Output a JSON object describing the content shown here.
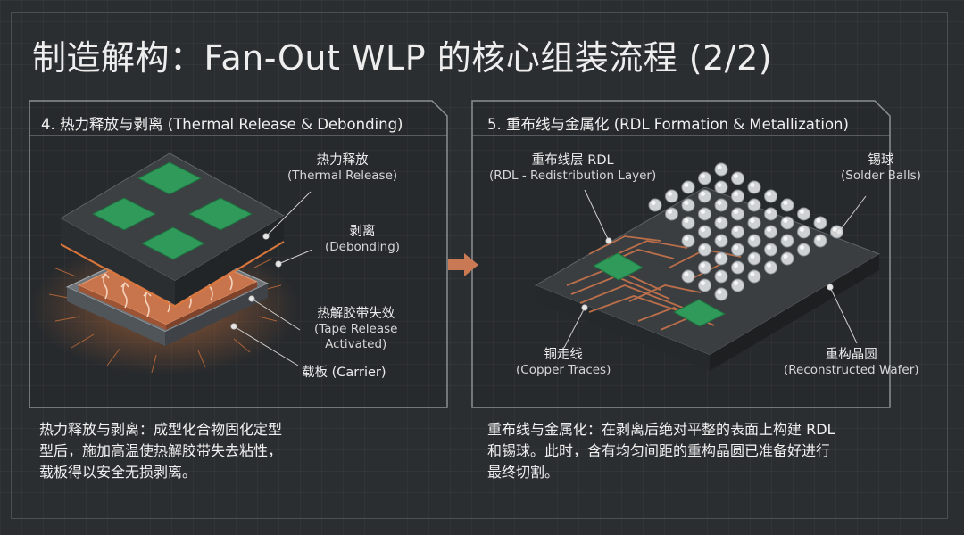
{
  "title": "制造解构：Fan-Out WLP 的核心组装流程 (2/2)",
  "left": {
    "header": "4. 热力释放与剥离 (Thermal Release & Debonding)",
    "labels": {
      "thermal_zh": "热力释放",
      "thermal_en": "(Thermal Release)",
      "debond_zh": "剥离",
      "debond_en": "(Debonding)",
      "tape_zh": "热解胶带失效",
      "tape_en1": "(Tape Release",
      "tape_en2": "Activated)",
      "carrier": "载板 (Carrier)"
    },
    "description": [
      "热力释放与剥离：成型化合物固化定型",
      "型后，施加高温使热解胶带失去粘性，",
      "载板得以安全无损剥离。"
    ]
  },
  "right": {
    "header": "5. 重布线与金属化  (RDL Formation & Metallization)",
    "labels": {
      "rdl_zh": "重布线层 RDL",
      "rdl_en": "(RDL - Redistribution Layer)",
      "balls_zh": "锡球",
      "balls_en": "(Solder Balls)",
      "traces_zh": "铜走线",
      "traces_en": "(Copper Traces)",
      "wafer_zh": "重构晶圆",
      "wafer_en": "(Reconstructed Wafer)"
    },
    "description": [
      "重布线与金属化：在剥离后绝对平整的表面上构建 RDL",
      "和锡球。此时，含有均匀间距的重构晶圆已准备好进行",
      "最终切割。"
    ]
  },
  "colors": {
    "background": "#2b2e31",
    "chip_green": "#2f9a5a",
    "copper": "#c8744c",
    "arrow": "#c97a55"
  }
}
